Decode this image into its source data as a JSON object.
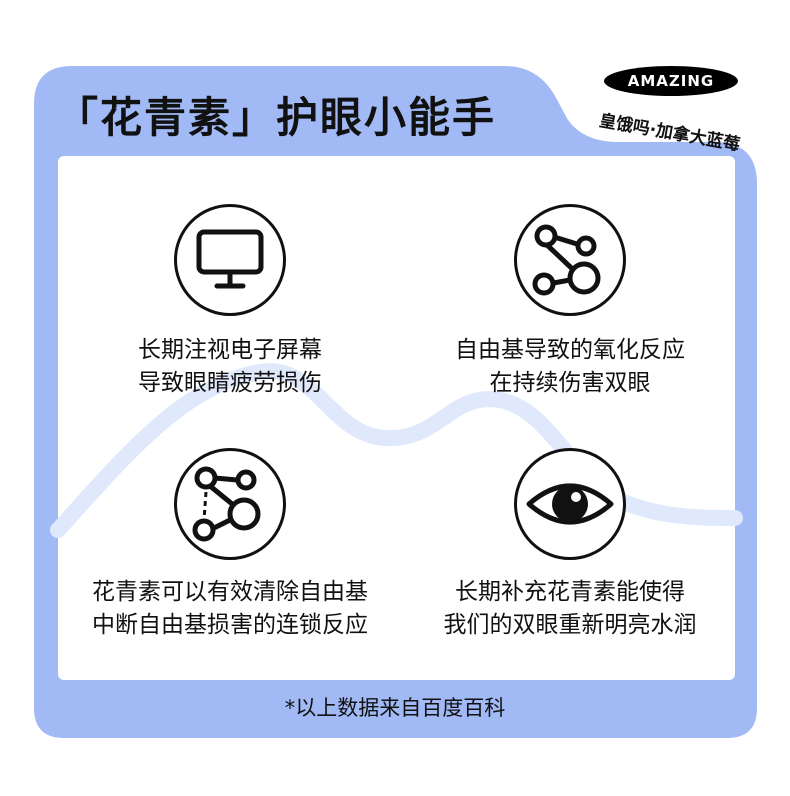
{
  "title": "「花青素」护眼小能手",
  "badge": {
    "text": "AMAZING"
  },
  "brand": {
    "text": "皇饿吗·加拿大蓝莓"
  },
  "colors": {
    "frame": "#a1b9f5",
    "wave": "#dfe9fb",
    "ink": "#111111"
  },
  "items": [
    {
      "icon": "monitor-icon",
      "lines": [
        "长期注视电子屏幕",
        "导致眼睛疲劳损伤"
      ]
    },
    {
      "icon": "molecule-icon",
      "lines": [
        "自由基导致的氧化反应",
        "在持续伤害双眼"
      ]
    },
    {
      "icon": "molecule-broken-icon",
      "lines": [
        "花青素可以有效清除自由基",
        "中断自由基损害的连锁反应"
      ]
    },
    {
      "icon": "eye-icon",
      "lines": [
        "长期补充花青素能使得",
        "我们的双眼重新明亮水润"
      ]
    }
  ],
  "footer": {
    "note": "*以上数据来自百度百科"
  }
}
